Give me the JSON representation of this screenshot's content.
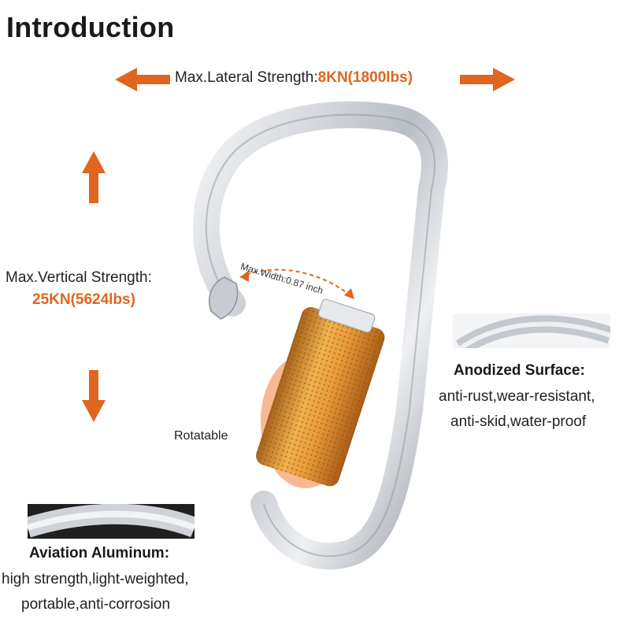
{
  "title": "Introduction",
  "lateral": {
    "label": "Max.Lateral Strength:",
    "value": "8KN(1800lbs)"
  },
  "vertical": {
    "label": "Max.Vertical Strength:",
    "value": "25KN(5624lbs)"
  },
  "width": {
    "label": "Max.Width:0.87 inch"
  },
  "gate": {
    "label": "Rotatable"
  },
  "anodized": {
    "title": "Anodized Surface:",
    "line1": "anti-rust,wear-resistant,",
    "line2": "anti-skid,water-proof"
  },
  "aviation": {
    "title": "Aviation Aluminum:",
    "line1": "high strength,light-weighted,",
    "line2": "portable,anti-corrosion"
  },
  "colors": {
    "accent": "#e0651e",
    "gate": "#d98a2a",
    "metal": "#cfd3d8"
  }
}
